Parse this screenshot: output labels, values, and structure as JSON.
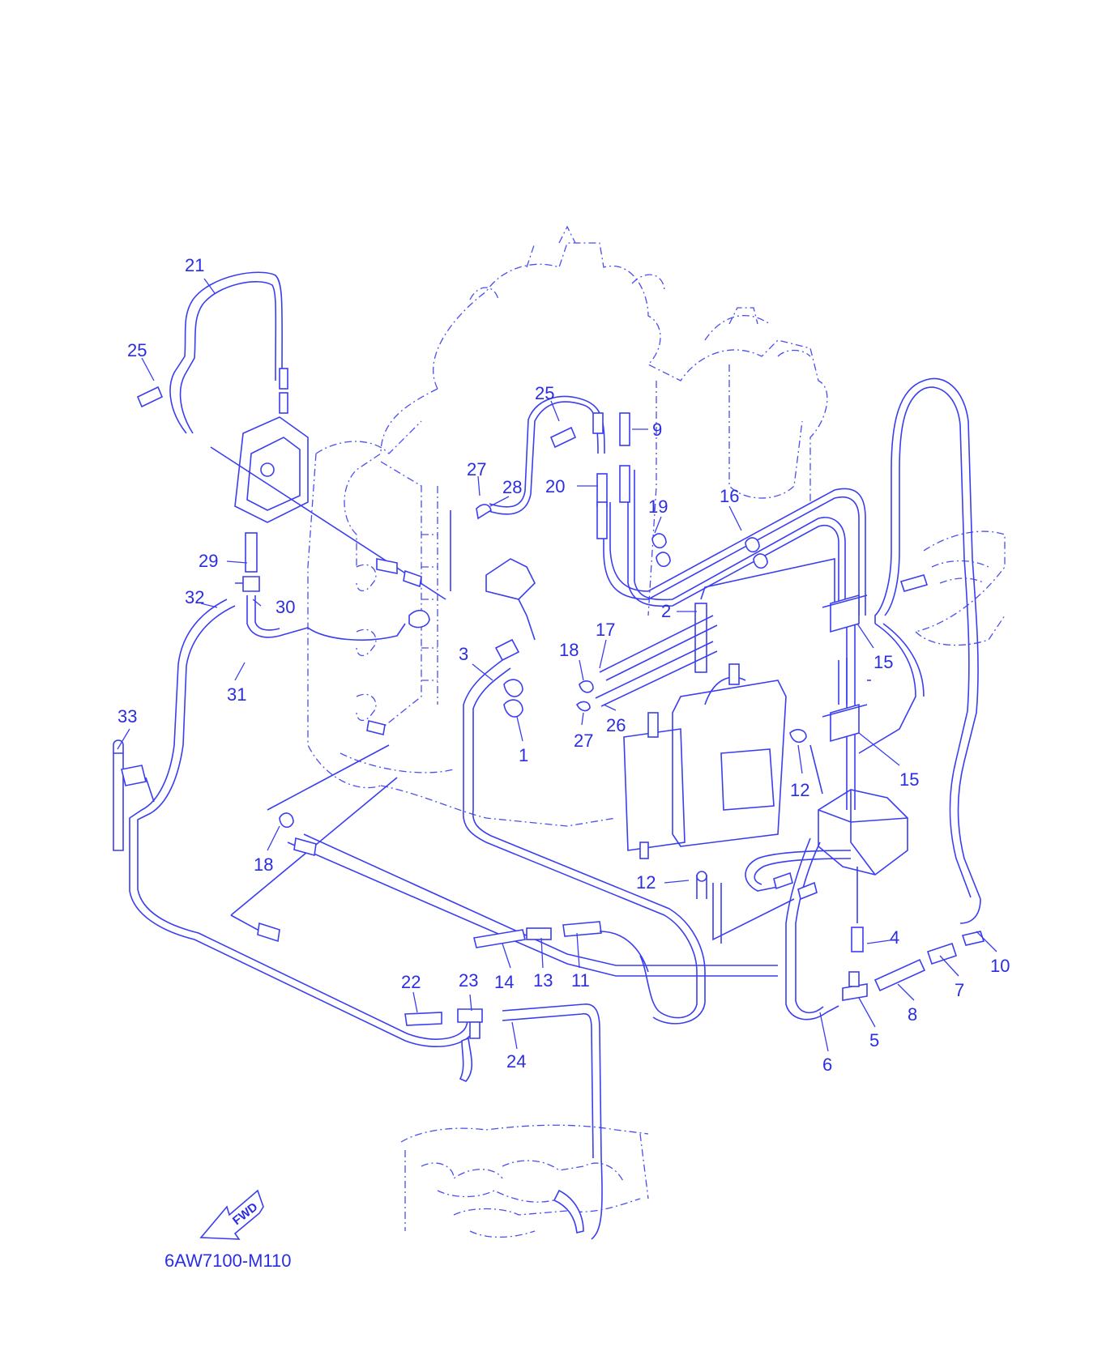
{
  "diagram_code": "6AW7100-M110",
  "fwd_label": "FWD",
  "parts": [
    {
      "id": "p21",
      "text": "21"
    },
    {
      "id": "p25a",
      "text": "25"
    },
    {
      "id": "p25b",
      "text": "25"
    },
    {
      "id": "p9",
      "text": "9"
    },
    {
      "id": "p27a",
      "text": "27"
    },
    {
      "id": "p28",
      "text": "28"
    },
    {
      "id": "p20",
      "text": "20"
    },
    {
      "id": "p19",
      "text": "19"
    },
    {
      "id": "p16",
      "text": "16"
    },
    {
      "id": "p29",
      "text": "29"
    },
    {
      "id": "p30",
      "text": "30"
    },
    {
      "id": "p32",
      "text": "32"
    },
    {
      "id": "p31",
      "text": "31"
    },
    {
      "id": "p2",
      "text": "2"
    },
    {
      "id": "p17",
      "text": "17"
    },
    {
      "id": "p18a",
      "text": "18"
    },
    {
      "id": "p3",
      "text": "3"
    },
    {
      "id": "p15a",
      "text": "15"
    },
    {
      "id": "p26",
      "text": "26"
    },
    {
      "id": "p27b",
      "text": "27"
    },
    {
      "id": "p1",
      "text": "1"
    },
    {
      "id": "p33",
      "text": "33"
    },
    {
      "id": "p15b",
      "text": "15"
    },
    {
      "id": "p12a",
      "text": "12"
    },
    {
      "id": "p18b",
      "text": "18"
    },
    {
      "id": "p12b",
      "text": "12"
    },
    {
      "id": "p4",
      "text": "4"
    },
    {
      "id": "p10",
      "text": "10"
    },
    {
      "id": "p7",
      "text": "7"
    },
    {
      "id": "p22",
      "text": "22"
    },
    {
      "id": "p23",
      "text": "23"
    },
    {
      "id": "p14",
      "text": "14"
    },
    {
      "id": "p13",
      "text": "13"
    },
    {
      "id": "p11",
      "text": "11"
    },
    {
      "id": "p8",
      "text": "8"
    },
    {
      "id": "p5",
      "text": "5"
    },
    {
      "id": "p24",
      "text": "24"
    },
    {
      "id": "p6",
      "text": "6"
    }
  ]
}
